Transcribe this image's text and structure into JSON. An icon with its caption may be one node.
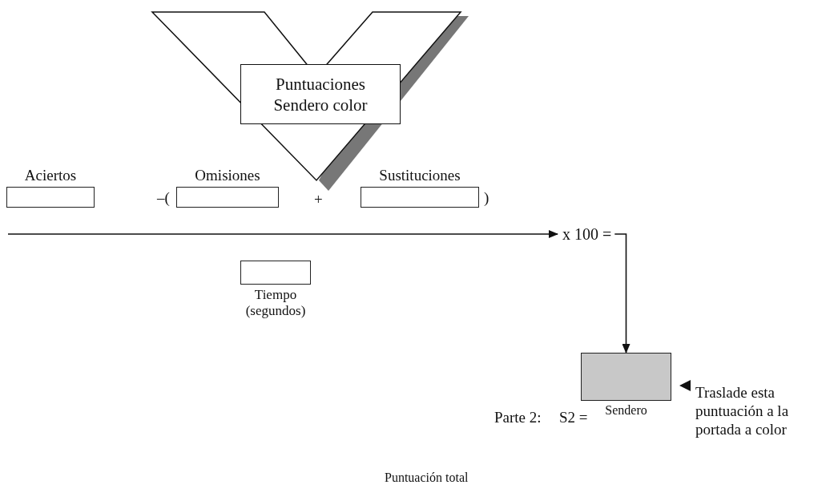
{
  "diagram": {
    "nodes": [
      {
        "text": [
          "Puntuaciones Sendero color"
        ]
      },
      {
        "text": [
          "Aciertos"
        ]
      },
      {
        "text": [
          "Omisiones"
        ]
      },
      {
        "text": [
          "Sustituciones"
        ]
      },
      {
        "text": [
          "x 100 ="
        ]
      },
      {
        "text": [
          "Tiempo (segundos)"
        ]
      },
      {
        "text": [
          "Sendero"
        ]
      }
    ],
    "edges": [
      {
        "from": null,
        "to": 4,
        "arrow": "to"
      },
      {
        "from": 4,
        "to": 6,
        "arrow": "to"
      }
    ],
    "labels": [
      "–(",
      "+",
      ")",
      "Parte 2:",
      "S2 =",
      "Traslade esta puntuación a la portada a color",
      "Puntuación total"
    ]
  }
}
